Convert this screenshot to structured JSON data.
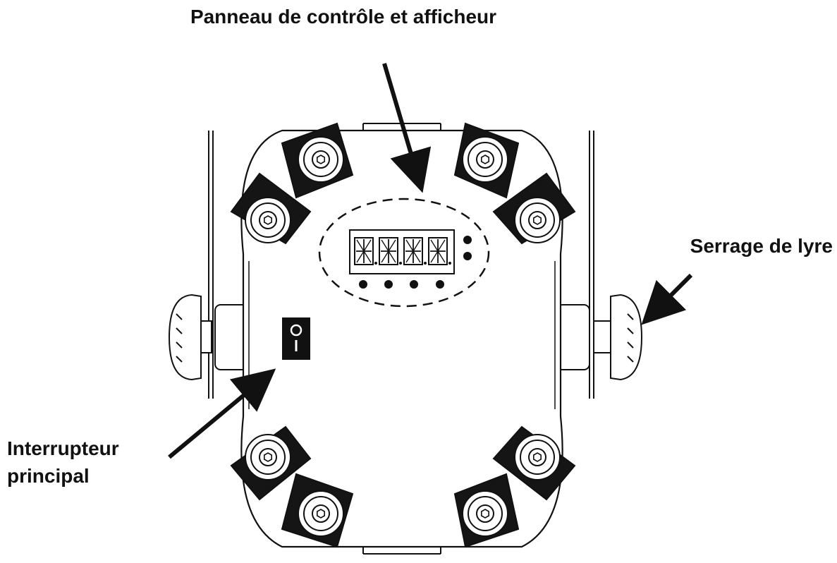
{
  "labels": {
    "control_panel": "Panneau de contrôle et afficheur",
    "yoke_clamp": "Serrage de lyre",
    "power_switch_line1": "Interrupteur",
    "power_switch_line2": "principal"
  },
  "colors": {
    "ink": "#111111",
    "paper": "#ffffff"
  }
}
